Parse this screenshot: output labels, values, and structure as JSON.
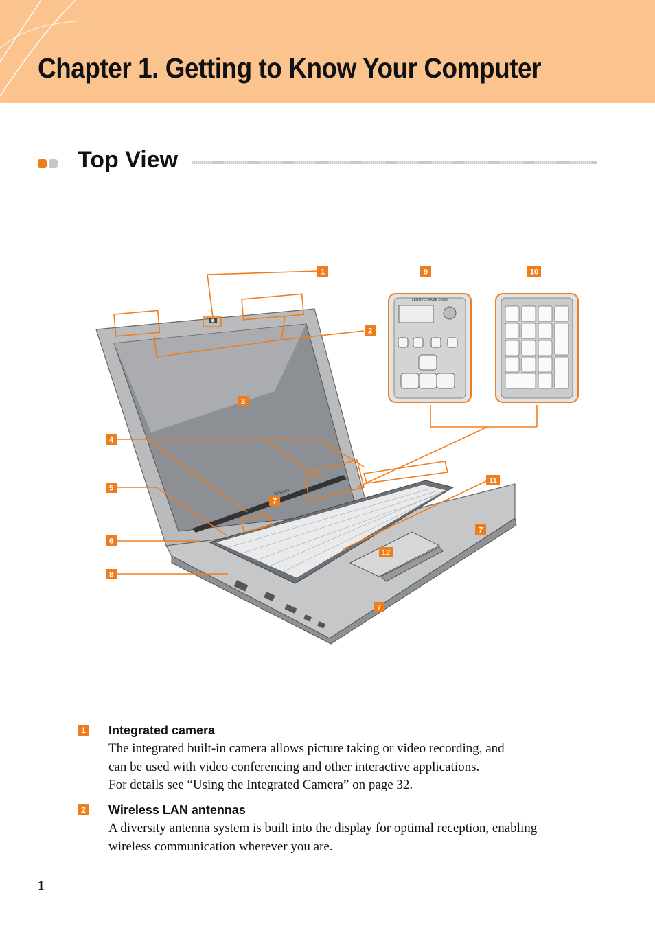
{
  "chapter": {
    "title": "Chapter 1. Getting to Know Your Computer"
  },
  "section": {
    "title": "Top View"
  },
  "figure": {
    "callouts": [
      "1",
      "2",
      "3",
      "4",
      "5",
      "6",
      "7",
      "8",
      "9",
      "10",
      "11",
      "12"
    ],
    "gamezone_label": "LENOVO GAME ZONE",
    "keyboard_brand": "lenovo"
  },
  "entries": [
    {
      "number": "1",
      "heading": "Integrated camera",
      "lines": [
        "The integrated built-in camera allows picture taking or video recording, and",
        "can be used with video conferencing and other interactive applications.",
        "For details see “Using the Integrated Camera” on page 32."
      ]
    },
    {
      "number": "2",
      "heading": "Wireless LAN antennas",
      "lines": [
        "A diversity antenna system is built into the display for optimal reception, enabling",
        "wireless communication wherever you are."
      ]
    }
  ],
  "page_number": "1",
  "colors": {
    "banner": "#fbc48e",
    "accent": "#f07d1d",
    "rule": "#c9c9c9"
  }
}
